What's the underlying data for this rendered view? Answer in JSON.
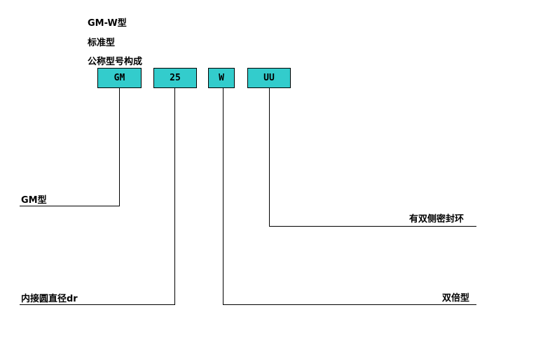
{
  "header": {
    "model_title": "GM-W型",
    "type_label": "标准型",
    "composition_label": "公称型号构成"
  },
  "code_boxes": [
    {
      "text": "GM"
    },
    {
      "text": "25"
    },
    {
      "text": "W"
    },
    {
      "text": "UU"
    }
  ],
  "callouts": {
    "gm": "GM型",
    "diameter": "内接圆直径dr",
    "seal": "有双侧密封环",
    "double": "双倍型"
  },
  "colors": {
    "box_fill": "#33cccc",
    "line": "#000000"
  }
}
